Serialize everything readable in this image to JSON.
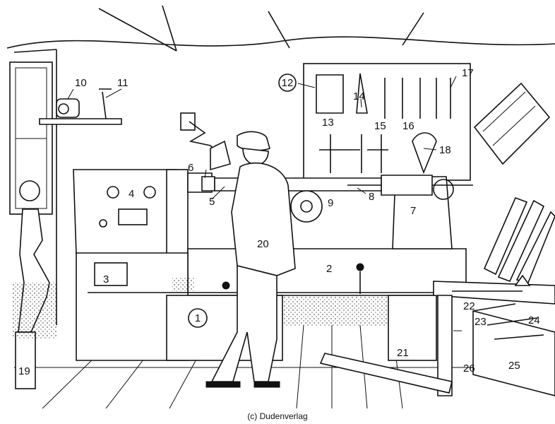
{
  "labels": [
    {
      "text": "1"
    },
    {
      "text": "2"
    },
    {
      "text": "3"
    },
    {
      "text": "4"
    },
    {
      "text": "5"
    },
    {
      "text": "6"
    },
    {
      "text": "7"
    },
    {
      "text": "8"
    },
    {
      "text": "9"
    },
    {
      "text": "10"
    },
    {
      "text": "11"
    },
    {
      "text": "12"
    },
    {
      "text": "13"
    },
    {
      "text": "14"
    },
    {
      "text": "15"
    },
    {
      "text": "16"
    },
    {
      "text": "17"
    },
    {
      "text": "18"
    },
    {
      "text": "19"
    },
    {
      "text": "20"
    },
    {
      "text": "21"
    },
    {
      "text": "22"
    },
    {
      "text": "23"
    },
    {
      "text": "24"
    },
    {
      "text": "25"
    },
    {
      "text": "26"
    }
  ],
  "credit": "(c) Dudenverlag",
  "colors": {
    "ink": "#111111",
    "paper": "#ffffff"
  }
}
